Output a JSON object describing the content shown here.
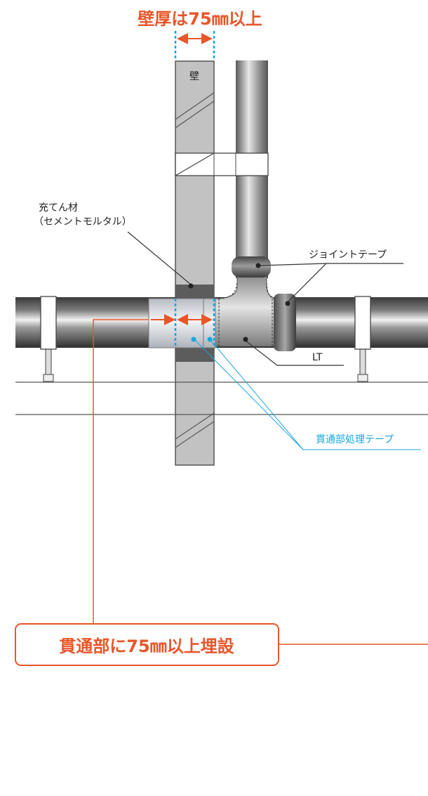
{
  "title": "壁厚は75㎜以上",
  "labels": {
    "wall": "壁",
    "filler_line1": "充てん材",
    "filler_line2": "（セメントモルタル）",
    "joint_tape": "ジョイントテープ",
    "lt": "LT",
    "penetration_tape": "貫通部処理テープ",
    "embed_note": "貫通部に75㎜以上埋設"
  },
  "colors": {
    "accent": "#e8562a",
    "leader_blue": "#1aa6dc",
    "pipe_dark": "#3c3c3c",
    "wall_gray": "#c2c2c2"
  }
}
